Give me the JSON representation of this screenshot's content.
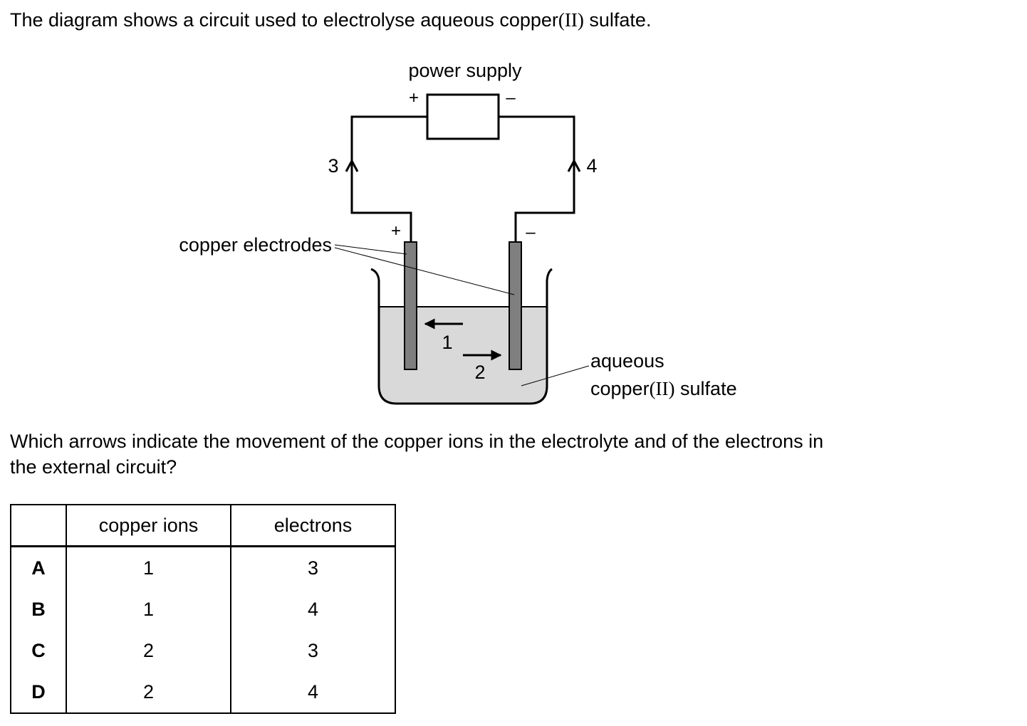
{
  "question": {
    "intro_before": "The diagram shows a circuit used to electrolyse aqueous copper",
    "intro_roman": "(II)",
    "intro_after": " sulfate.",
    "prompt_line1": "Which arrows indicate the movement of the copper ions in the electrolyte and of the electrons in",
    "prompt_line2": "the external circuit?"
  },
  "diagram": {
    "power_supply_label": "power supply",
    "supply_plus": "+",
    "supply_minus": "–",
    "electrode_plus": "+",
    "electrode_minus": "–",
    "electrodes_label": "copper electrodes",
    "electrolyte_label_line1": "aqueous",
    "electrolyte_label_line2_before": "copper",
    "electrolyte_label_line2_roman": "(II)",
    "electrolyte_label_line2_after": " sulfate",
    "arrow_1": "1",
    "arrow_2": "2",
    "arrow_3": "3",
    "arrow_4": "4",
    "electrode_color": "#7f7f7f",
    "electrolyte_color": "#d9d9d9"
  },
  "table": {
    "headers": [
      "",
      "copper ions",
      "electrons"
    ],
    "rows": [
      {
        "option": "A",
        "copper_ions": "1",
        "electrons": "3"
      },
      {
        "option": "B",
        "copper_ions": "1",
        "electrons": "4"
      },
      {
        "option": "C",
        "copper_ions": "2",
        "electrons": "3"
      },
      {
        "option": "D",
        "copper_ions": "2",
        "electrons": "4"
      }
    ]
  }
}
